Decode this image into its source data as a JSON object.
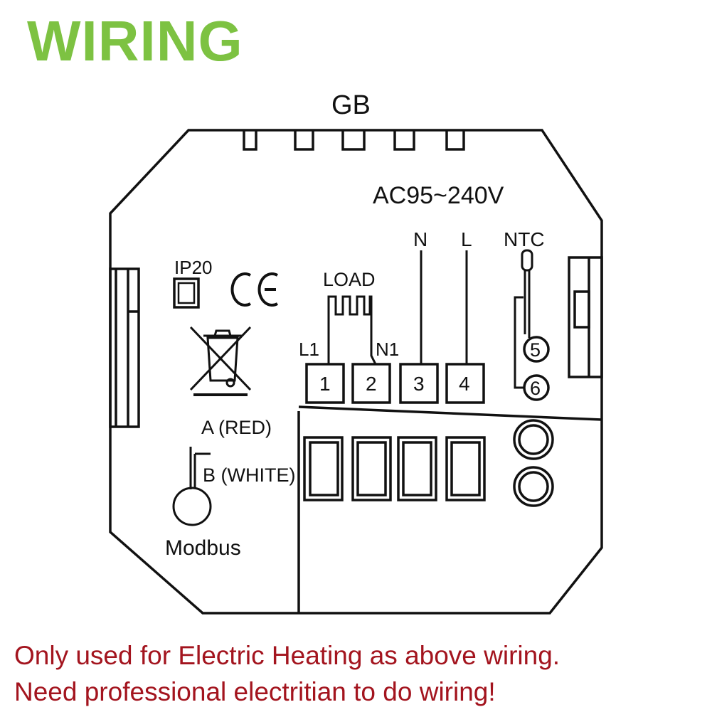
{
  "title": "WIRING",
  "diagram": {
    "top_label": "GB",
    "voltage": "AC95~240V",
    "ip_rating": "IP20",
    "ce_mark": "CE",
    "weee_icon": "crossed-out-wheelie-bin-icon",
    "load_label": "LOAD",
    "load_symbol": "heating-element-zigzag-icon",
    "l1_label": "L1",
    "n1_label": "N1",
    "n_label": "N",
    "l_label": "L",
    "ntc_label": "NTC",
    "ntc_symbol": "ntc-sensor-probe-icon",
    "terminals": [
      "1",
      "2",
      "3",
      "4"
    ],
    "ntc_terminals": [
      "5",
      "6"
    ],
    "modbus_a": "A (RED)",
    "modbus_b": "B (WHITE)",
    "modbus_label": "Modbus"
  },
  "notes": [
    "Only used for Electric Heating as above wiring.",
    "Need professional electritian to do wiring!"
  ],
  "colors": {
    "title": "#7dc242",
    "notes": "#a3141e",
    "lines": "#111111"
  }
}
